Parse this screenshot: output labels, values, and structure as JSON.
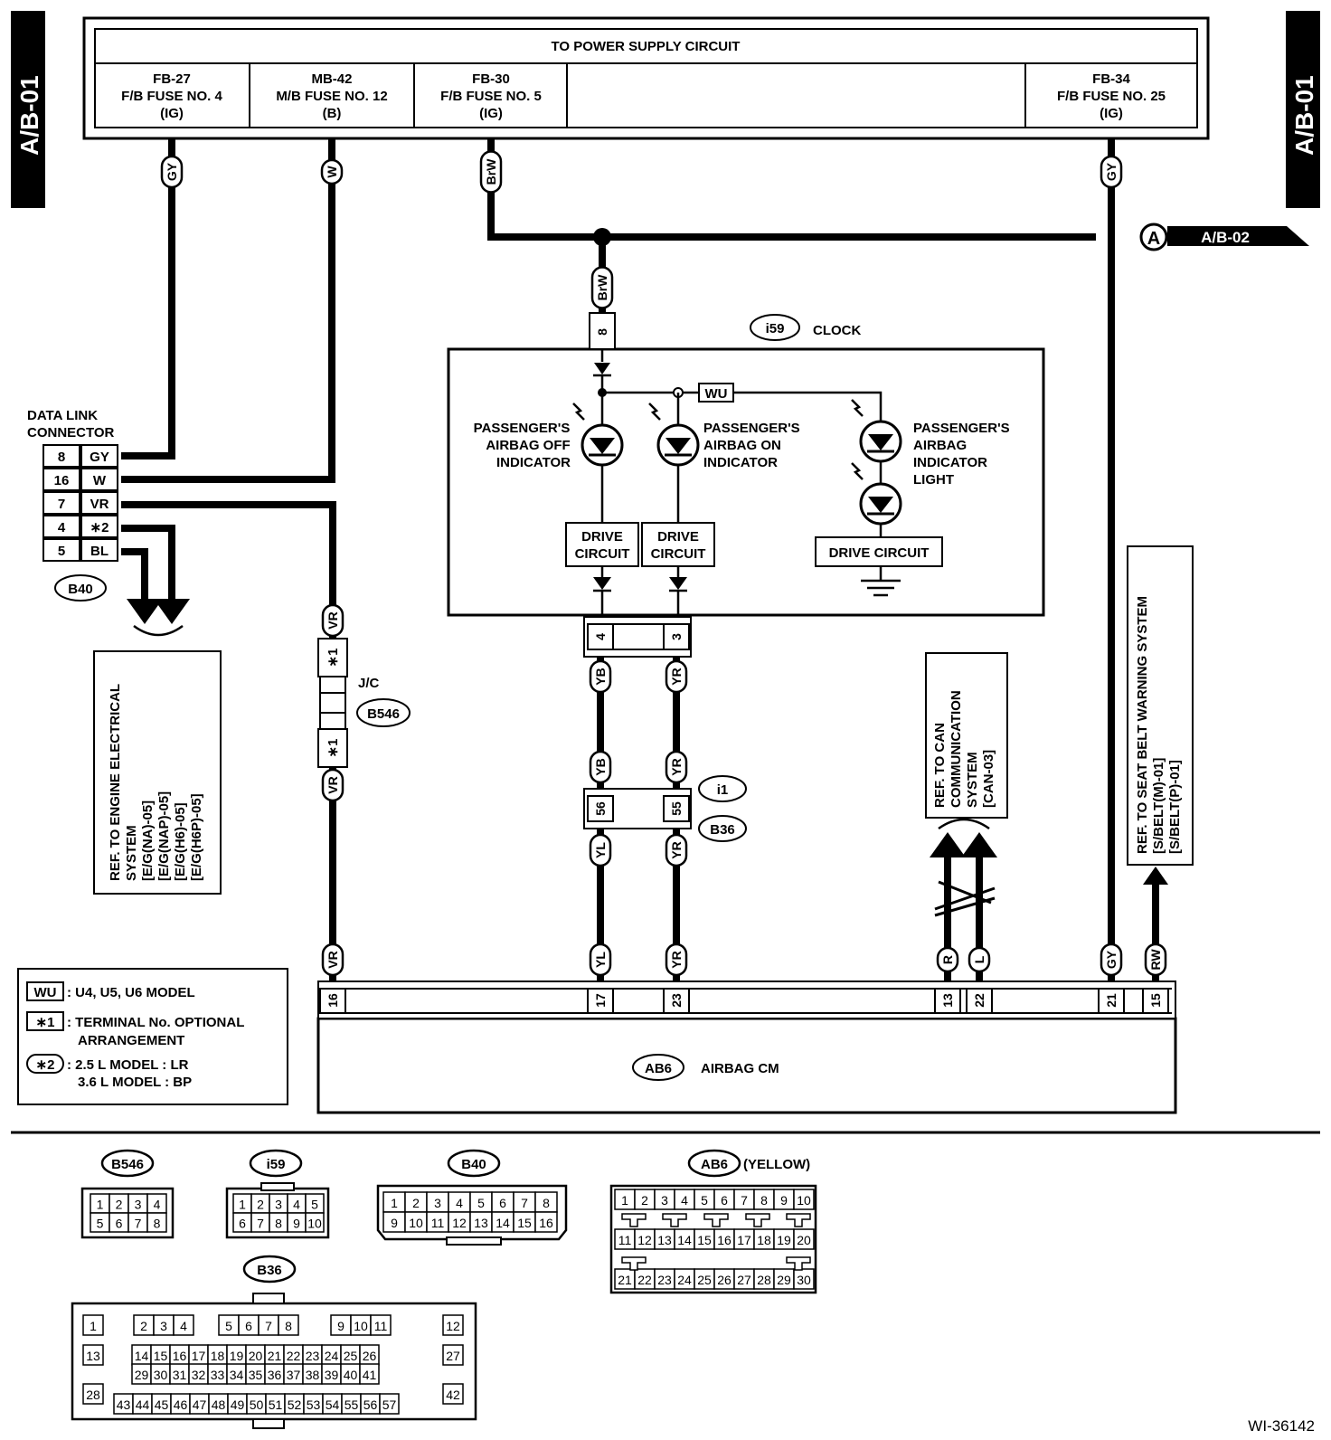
{
  "side_tags": {
    "left": "A/B-01",
    "right": "A/B-01"
  },
  "power_supply": {
    "title": "TO POWER SUPPLY CIRCUIT",
    "fuses": [
      {
        "id": "FB-27",
        "name": "F/B FUSE NO. 4",
        "type": "(IG)"
      },
      {
        "id": "MB-42",
        "name": "M/B FUSE NO. 12",
        "type": "(B)"
      },
      {
        "id": "FB-30",
        "name": "F/B FUSE NO. 5",
        "type": "(IG)"
      },
      {
        "id": "FB-34",
        "name": "F/B FUSE NO. 25",
        "type": "(IG)"
      }
    ]
  },
  "wire_colors": {
    "gy": "GY",
    "w": "W",
    "brw": "BrW",
    "vr": "VR",
    "yb": "YB",
    "yr": "YR",
    "yl": "YL",
    "r": "R",
    "l": "L",
    "rw": "RW",
    "bl": "BL",
    "wu": "WU",
    "star2": "∗2",
    "star1": "∗1"
  },
  "ref_a": {
    "letter": "A",
    "target": "A/B-02"
  },
  "clock": {
    "code": "i59",
    "label": "CLOCK",
    "pin_in": "8",
    "pins_out": [
      "4",
      "3"
    ],
    "wu_tag": "WU",
    "off_indicator": [
      "PASSENGER'S",
      "AIRBAG OFF",
      "INDICATOR"
    ],
    "on_indicator": [
      "PASSENGER'S",
      "AIRBAG ON",
      "INDICATOR"
    ],
    "indicator_light": [
      "PASSENGER'S",
      "AIRBAG",
      "INDICATOR",
      "LIGHT"
    ],
    "drive_circuit": [
      "DRIVE",
      "CIRCUIT"
    ],
    "drive_circuit_single": "DRIVE CIRCUIT"
  },
  "dlc": {
    "title": [
      "DATA LINK",
      "CONNECTOR"
    ],
    "code": "B40",
    "pins": [
      {
        "pin": "8",
        "color": "GY"
      },
      {
        "pin": "16",
        "color": "W"
      },
      {
        "pin": "7",
        "color": "VR"
      },
      {
        "pin": "4",
        "color": "∗2"
      },
      {
        "pin": "5",
        "color": "BL"
      }
    ]
  },
  "ref_engine": [
    "REF. TO ENGINE ELECTRICAL",
    "SYSTEM",
    "[E/G(NA)-05]",
    "[E/G(NAP)-05]",
    "[E/G(H6)-05]",
    "[E/G(H6P)-05]"
  ],
  "joint": {
    "label": "J/C",
    "code": "B546"
  },
  "mid_connector": {
    "codes": [
      "i1",
      "B36"
    ],
    "pins": [
      "56",
      "55"
    ]
  },
  "ref_can": [
    "REF. TO CAN",
    "COMMUNICATION",
    "SYSTEM",
    "[CAN-03]"
  ],
  "ref_seatbelt": [
    "REF. TO SEAT BELT WARNING SYSTEM",
    "[S/BELT(M)-01]",
    "[S/BELT(P)-01]"
  ],
  "airbag_cm": {
    "code": "AB6",
    "label": "AIRBAG CM",
    "pins": [
      "16",
      "17",
      "23",
      "13",
      "22",
      "21",
      "15"
    ]
  },
  "legend": {
    "wu": {
      "tag": "WU",
      "text": ": U4, U5, U6 MODEL"
    },
    "star1": {
      "tag": "∗1",
      "text": [
        ": TERMINAL No. OPTIONAL",
        "ARRANGEMENT"
      ]
    },
    "star2": {
      "tag": "∗2",
      "text": [
        ": 2.5 L MODEL  : LR",
        "3.6 L MODEL  : BP"
      ]
    }
  },
  "connectors": {
    "b546": {
      "code": "B546",
      "rows": [
        [
          "1",
          "2",
          "3",
          "4"
        ],
        [
          "5",
          "6",
          "7",
          "8"
        ]
      ]
    },
    "i59": {
      "code": "i59",
      "rows": [
        [
          "1",
          "2",
          "3",
          "4",
          "5"
        ],
        [
          "6",
          "7",
          "8",
          "9",
          "10"
        ]
      ]
    },
    "b40": {
      "code": "B40",
      "rows": [
        [
          "1",
          "2",
          "3",
          "4",
          "5",
          "6",
          "7",
          "8"
        ],
        [
          "9",
          "10",
          "11",
          "12",
          "13",
          "14",
          "15",
          "16"
        ]
      ]
    },
    "ab6": {
      "code": "AB6",
      "note": "(YELLOW)",
      "rows": [
        [
          "1",
          "2",
          "3",
          "4",
          "5",
          "6",
          "7",
          "8",
          "9",
          "10"
        ],
        [
          "11",
          "12",
          "13",
          "14",
          "15",
          "16",
          "17",
          "18",
          "19",
          "20"
        ],
        [
          "21",
          "22",
          "23",
          "24",
          "25",
          "26",
          "27",
          "28",
          "29",
          "30"
        ]
      ]
    },
    "b36": {
      "code": "B36",
      "row1": [
        [
          "1"
        ],
        [
          "2",
          "3",
          "4"
        ],
        [
          "5",
          "6",
          "7",
          "8"
        ],
        [
          "9",
          "10",
          "11"
        ],
        [
          "12"
        ]
      ],
      "row2": [
        "13",
        "14",
        "15",
        "16",
        "17",
        "18",
        "19",
        "20",
        "21",
        "22",
        "23",
        "24",
        "25",
        "26",
        "27"
      ],
      "row3": [
        "28",
        "29",
        "30",
        "31",
        "32",
        "33",
        "34",
        "35",
        "36",
        "37",
        "38",
        "39",
        "40",
        "41",
        "42"
      ],
      "row4": [
        "43",
        "44",
        "45",
        "46",
        "47",
        "48",
        "49",
        "50",
        "51",
        "52",
        "53",
        "54",
        "55",
        "56",
        "57"
      ]
    }
  },
  "figure_id": "WI-36142"
}
